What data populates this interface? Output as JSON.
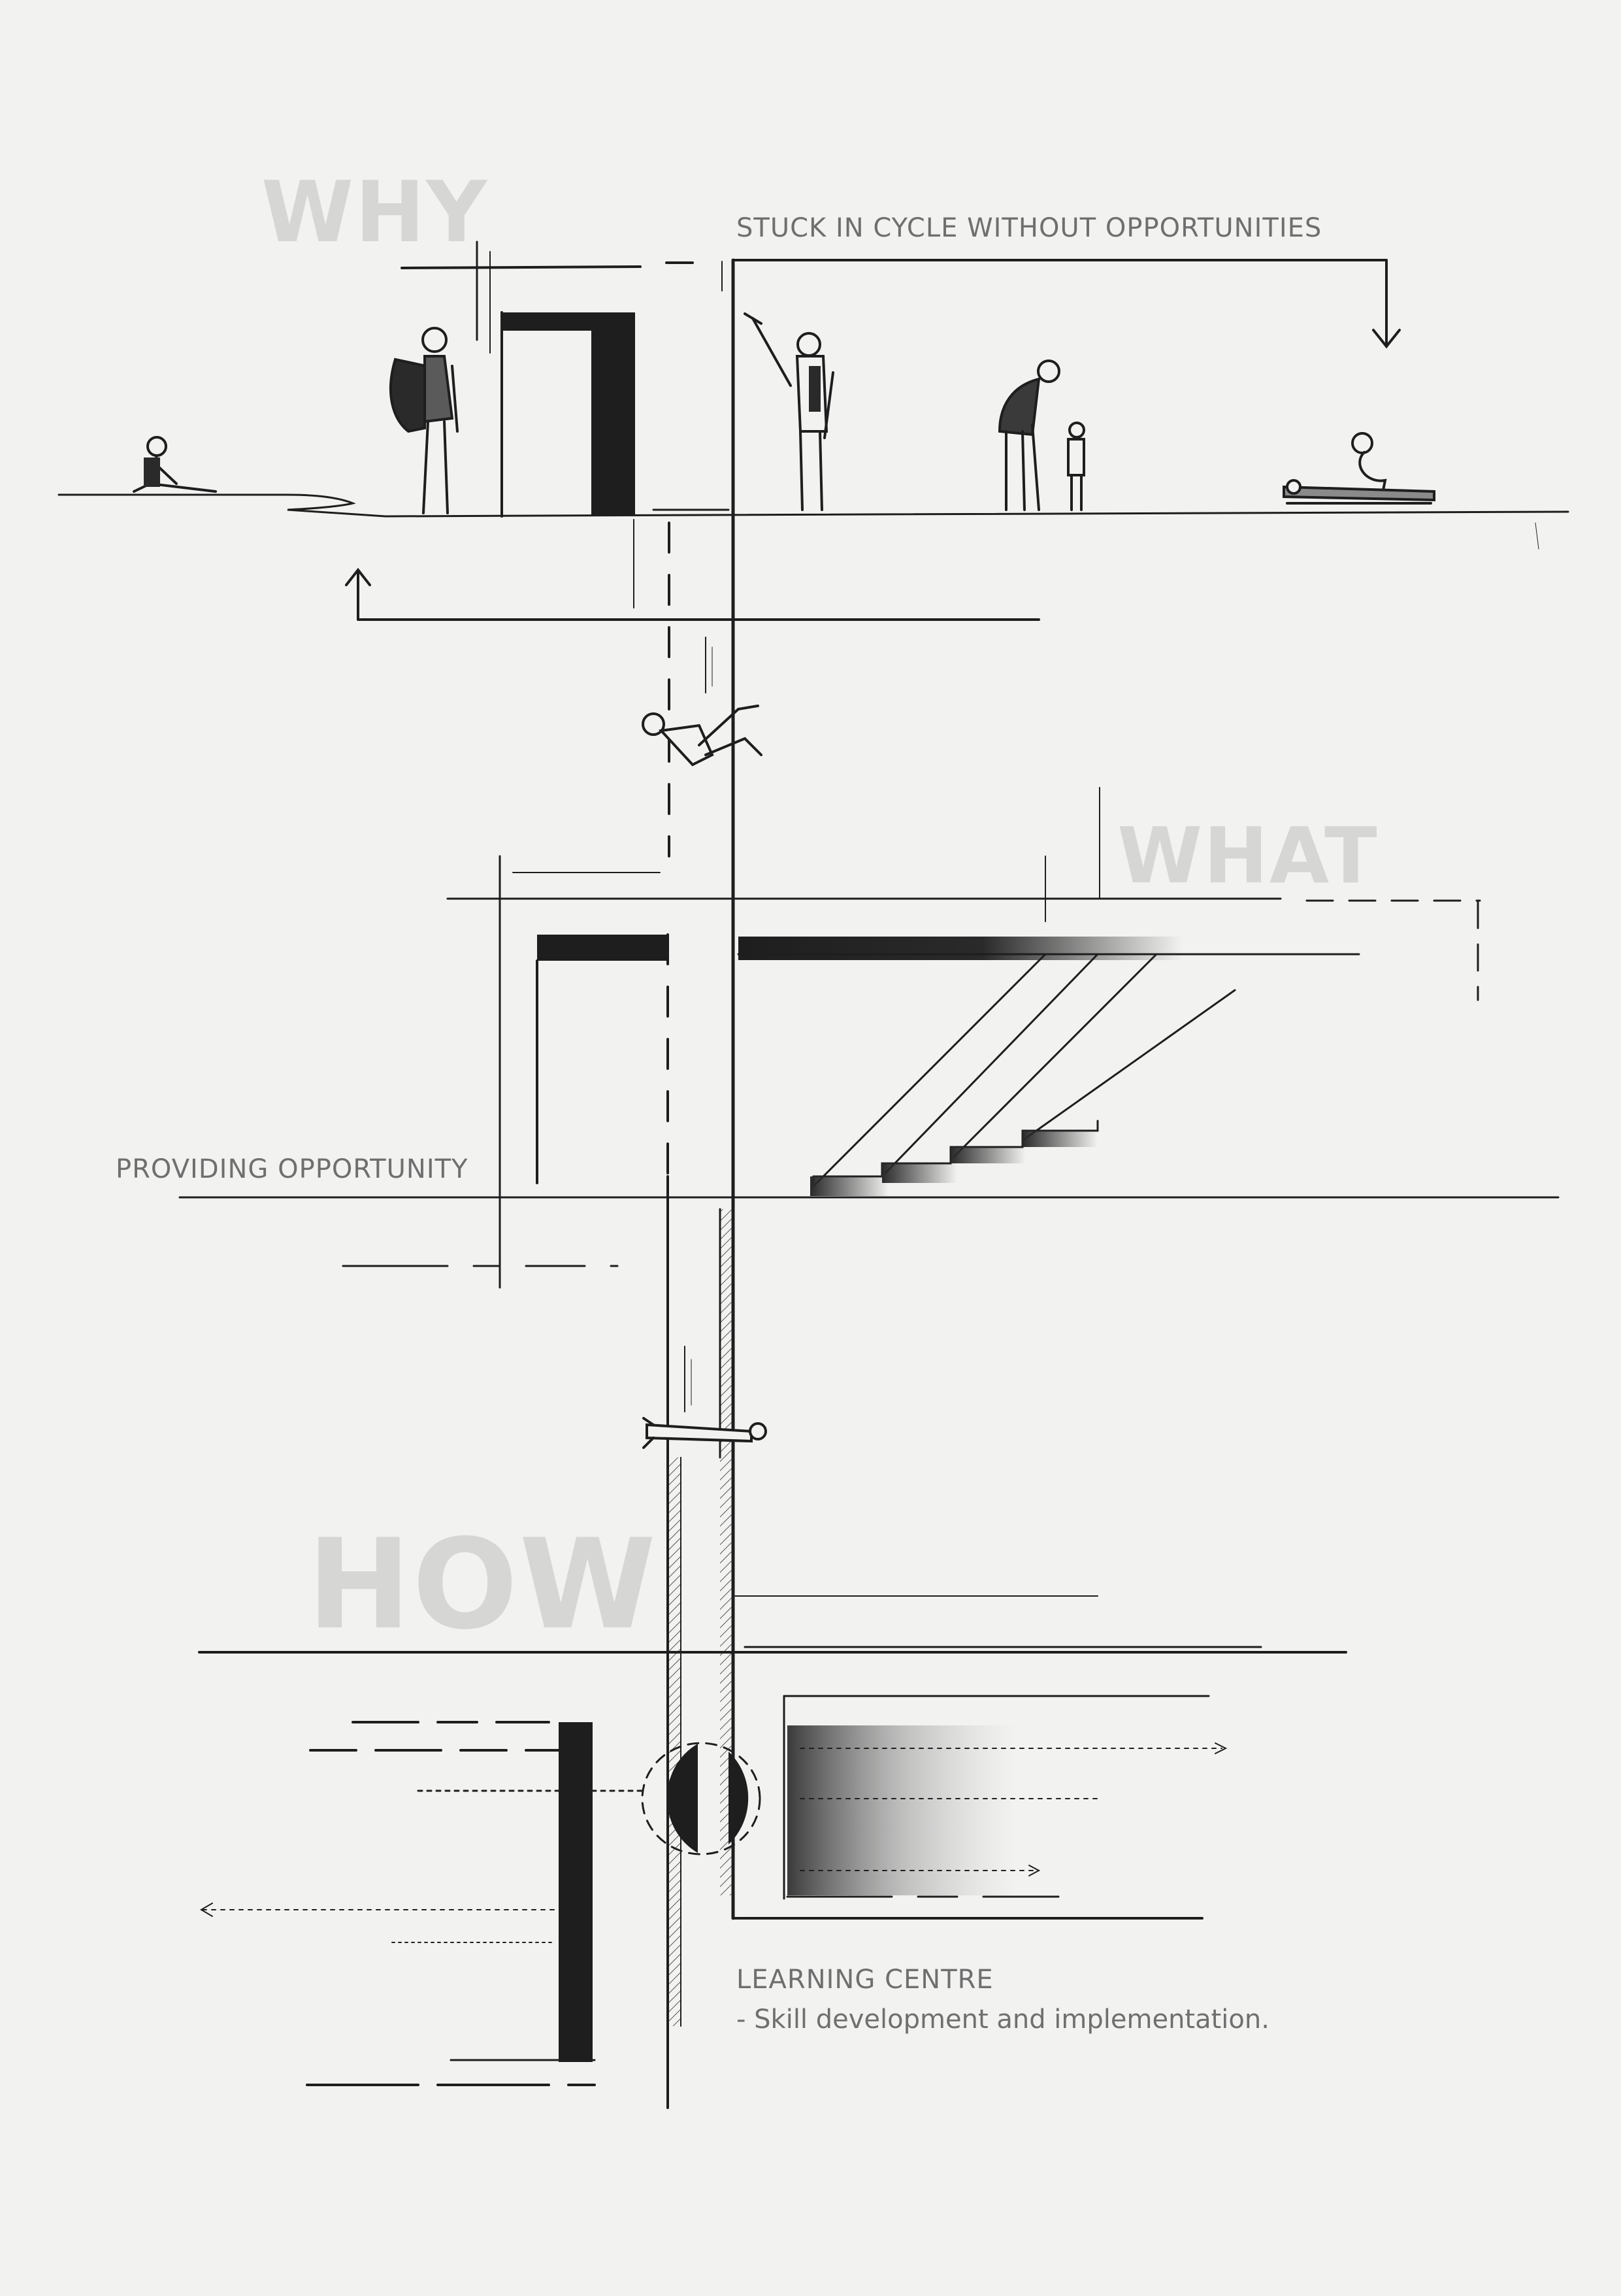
{
  "headings": {
    "why": "WHY",
    "what": "WHAT",
    "how": "HOW"
  },
  "captions": {
    "stuck": "STUCK IN CYCLE WITHOUT OPPORTUNITIES",
    "providing": "PROVIDING OPPORTUNITY",
    "learning": "LEARNING CENTRE",
    "skill": "- Skill development and implementation."
  },
  "colors": {
    "background": "#f2f2f1",
    "ink": "#1e1e1e",
    "heading": "#d6d6d5",
    "caption": "#6f6f6f"
  }
}
